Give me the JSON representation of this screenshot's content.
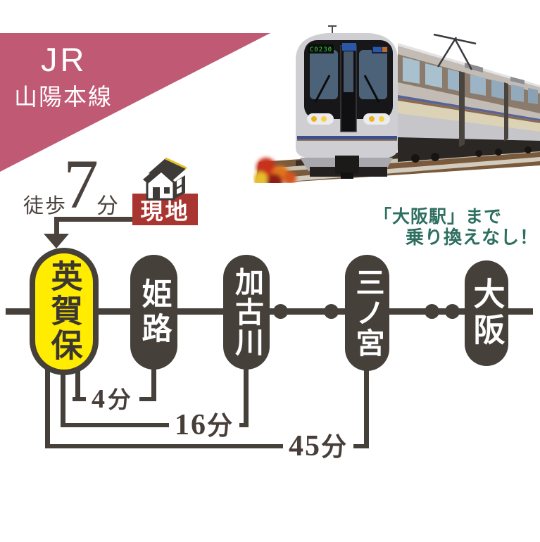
{
  "banner": {
    "company": "JR",
    "line_name": "山陽本線"
  },
  "walk": {
    "label": "徒歩",
    "minutes": "7",
    "unit": "分"
  },
  "site_label": "現地",
  "note": {
    "line1": "「大阪駅」まで",
    "line2": "乗り換えなし！"
  },
  "stations": [
    {
      "name": "英賀保",
      "highlighted": true
    },
    {
      "name": "姫路",
      "highlighted": false
    },
    {
      "name": "加古川",
      "highlighted": false
    },
    {
      "name": "三ノ宮",
      "highlighted": false
    },
    {
      "name": "大阪",
      "highlighted": false
    }
  ],
  "durations": [
    {
      "from": "英賀保",
      "to": "姫路",
      "value": "4",
      "unit": "分"
    },
    {
      "from": "英賀保",
      "to": "加古川",
      "value": "16",
      "unit": "分"
    },
    {
      "from": "英賀保",
      "to": "三ノ宮",
      "value": "45",
      "unit": "分"
    }
  ],
  "train": {
    "led_display": "C0230"
  },
  "colors": {
    "accent_pink": "#c05a74",
    "highlight_yellow": "#ffec00",
    "dark_brown": "#46403a",
    "site_red": "#a93530",
    "note_green": "#2e6f5f"
  }
}
